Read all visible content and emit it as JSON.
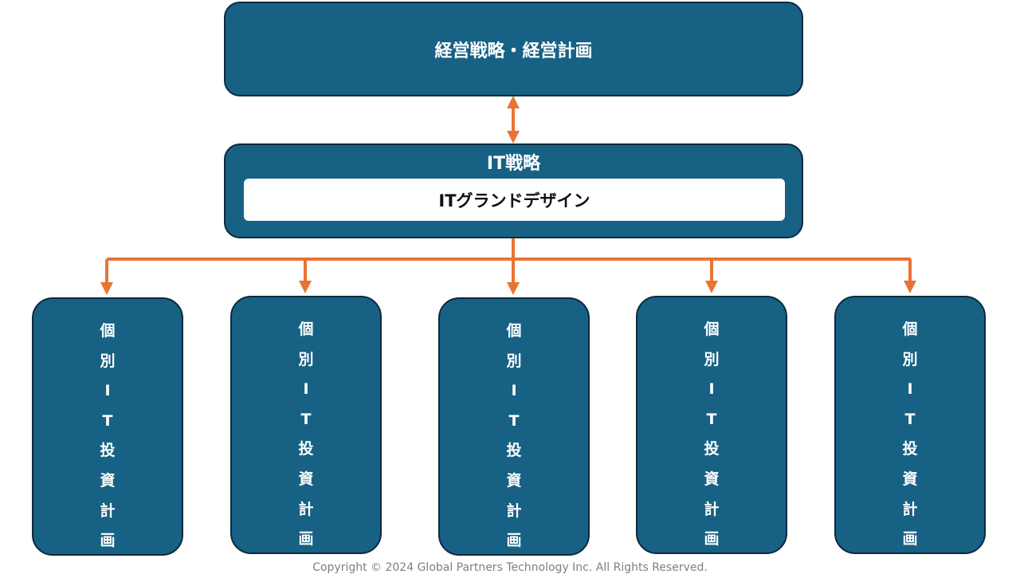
{
  "strategy": {
    "label": "経営戦略・経営計画"
  },
  "it_strategy": {
    "title": "IT戦略",
    "grand_design": "ITグランドデザイン"
  },
  "plans": [
    {
      "chars": [
        "個",
        "別",
        "I",
        "T",
        "投",
        "資",
        "計",
        "画"
      ]
    },
    {
      "chars": [
        "個",
        "別",
        "I",
        "T",
        "投",
        "資",
        "計",
        "画"
      ]
    },
    {
      "chars": [
        "個",
        "別",
        "I",
        "T",
        "投",
        "資",
        "計",
        "画"
      ]
    },
    {
      "chars": [
        "個",
        "別",
        "I",
        "T",
        "投",
        "資",
        "計",
        "画"
      ]
    },
    {
      "chars": [
        "個",
        "別",
        "I",
        "T",
        "投",
        "資",
        "計",
        "画"
      ]
    }
  ],
  "colors": {
    "box_fill": "#176184",
    "box_border": "#0d2a3c",
    "connector": "#e87433"
  },
  "footer": {
    "copyright": "Copyright © 2024 Global Partners Technology Inc. All Rights Reserved."
  }
}
